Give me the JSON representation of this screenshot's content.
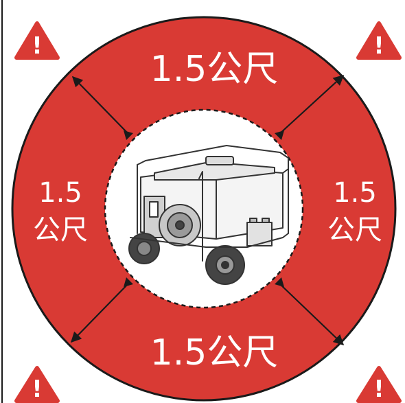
{
  "labels": {
    "top": "1.5公尺",
    "bottom": "1.5公尺",
    "left_number": "1.5",
    "left_unit": "公尺",
    "right_number": "1.5",
    "right_unit": "公尺"
  },
  "warning_icon": {
    "name": "warning-triangle-icon",
    "glyph": "!"
  },
  "center_image": {
    "name": "portable-generator-illustration"
  },
  "colors": {
    "ring_red": "#d93a34",
    "outline": "#1a1a1a",
    "background": "#ffffff",
    "text": "#ffffff"
  }
}
